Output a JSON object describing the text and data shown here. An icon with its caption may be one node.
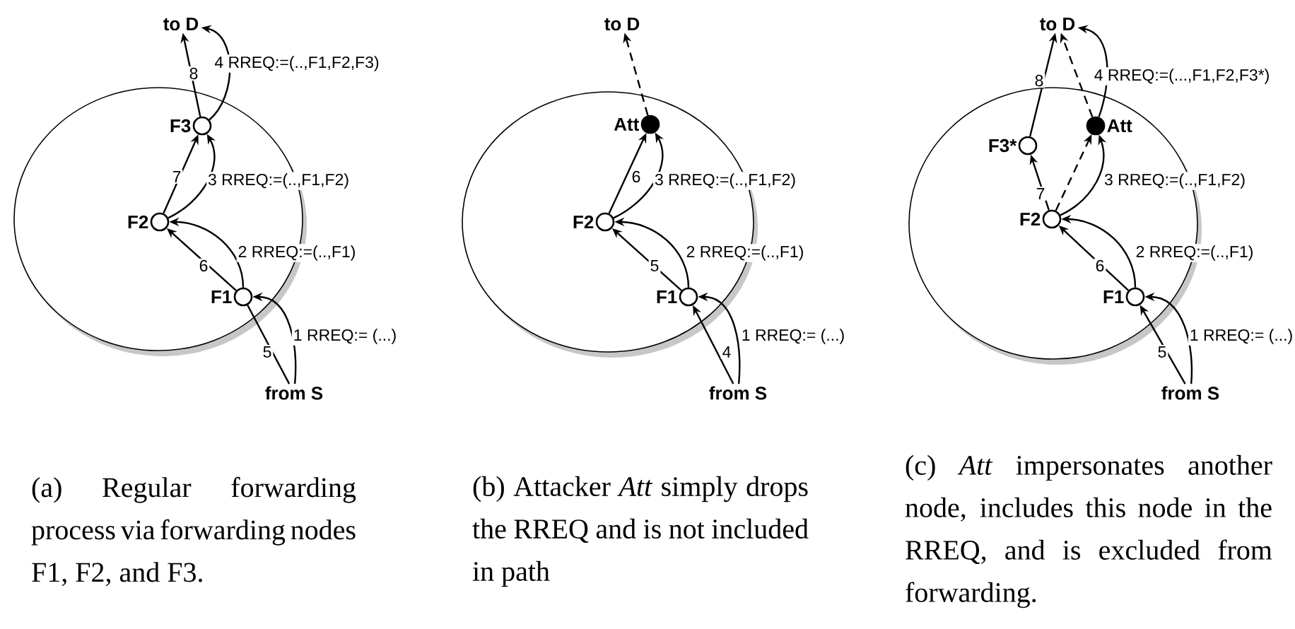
{
  "diagram": {
    "nodes": [
      {
        "text": [
          "to D"
        ]
      },
      {
        "text": [],
        "shape": "ellipse"
      },
      {
        "text": [
          "F3"
        ],
        "in": 1
      },
      {
        "text": [
          "F2"
        ],
        "in": 1
      },
      {
        "text": [
          "F1"
        ],
        "in": 1
      },
      {
        "text": [
          "from S"
        ]
      },
      {
        "text": [
          "to D"
        ]
      },
      {
        "text": [],
        "shape": "ellipse"
      },
      {
        "text": [
          "Att"
        ],
        "in": 7
      },
      {
        "text": [
          "F2"
        ],
        "in": 7
      },
      {
        "text": [
          "F1"
        ],
        "in": 7
      },
      {
        "text": [
          "from S"
        ]
      },
      {
        "text": [
          "to D"
        ]
      },
      {
        "text": [],
        "shape": "ellipse"
      },
      {
        "text": [
          "F3*"
        ],
        "in": 13
      },
      {
        "text": [
          "Att"
        ],
        "in": 13
      },
      {
        "text": [
          "F2"
        ],
        "in": 13
      },
      {
        "text": [
          "F1"
        ],
        "in": 13
      },
      {
        "text": [
          "from S"
        ]
      }
    ],
    "edges": [
      {
        "from": 5,
        "to": 4,
        "arrow": "none",
        "label": "5"
      },
      {
        "from": 5,
        "to": 4,
        "arrow": "to",
        "label": "1 RREQ:= (...)"
      },
      {
        "from": 4,
        "to": 3,
        "arrow": "to",
        "label": "6"
      },
      {
        "from": 4,
        "to": 3,
        "arrow": "to",
        "label": "2 RREQ:=(..,F1)"
      },
      {
        "from": 3,
        "to": 2,
        "arrow": "to",
        "label": "7"
      },
      {
        "from": 3,
        "to": 2,
        "arrow": "to",
        "label": "3 RREQ:=(..,F1,F2)"
      },
      {
        "from": 2,
        "to": 0,
        "arrow": "to",
        "label": "8"
      },
      {
        "from": 2,
        "to": 0,
        "arrow": "to",
        "label": "4 RREQ:=(..,F1,F2,F3)"
      },
      {
        "from": 11,
        "to": 10,
        "arrow": "to",
        "label": "4"
      },
      {
        "from": 11,
        "to": 10,
        "arrow": "to",
        "label": "1 RREQ:= (...)"
      },
      {
        "from": 10,
        "to": 9,
        "arrow": "to",
        "label": "5"
      },
      {
        "from": 10,
        "to": 9,
        "arrow": "to",
        "label": "2 RREQ:=(..,F1)"
      },
      {
        "from": 9,
        "to": 8,
        "arrow": "to",
        "label": "6"
      },
      {
        "from": 9,
        "to": 8,
        "arrow": "to",
        "label": "3 RREQ:=(..,F1,F2)"
      },
      {
        "from": 8,
        "to": 6,
        "arrow": "to",
        "style": "dashed"
      },
      {
        "from": 18,
        "to": 17,
        "arrow": "to",
        "label": "5"
      },
      {
        "from": 18,
        "to": 17,
        "arrow": "to",
        "label": "1 RREQ:= (...)"
      },
      {
        "from": 17,
        "to": 16,
        "arrow": "to",
        "label": "6"
      },
      {
        "from": 17,
        "to": 16,
        "arrow": "to",
        "label": "2 RREQ:=(..,F1)"
      },
      {
        "from": 16,
        "to": 14,
        "arrow": "to",
        "label": "7"
      },
      {
        "from": 16,
        "to": 15,
        "arrow": "to",
        "style": "dashed"
      },
      {
        "from": 16,
        "to": 15,
        "arrow": "to",
        "label": "3 RREQ:=(..,F1,F2)"
      },
      {
        "from": 14,
        "to": 12,
        "arrow": "to",
        "label": "8"
      },
      {
        "from": 15,
        "to": 12,
        "arrow": "to",
        "style": "dashed"
      },
      {
        "from": 15,
        "to": 12,
        "arrow": "to",
        "label": "4 RREQ:=(...,F1,F2,F3*)"
      }
    ],
    "labels": [
      "(a) Regular forwarding process via forwarding nodes F1, F2, and F3.",
      "(b) Attacker *Att* simply drops the RREQ and is not included in path",
      "(c) *Att* impersonates another node, includes this node in the RREQ, and is excluded from forwarding."
    ]
  }
}
